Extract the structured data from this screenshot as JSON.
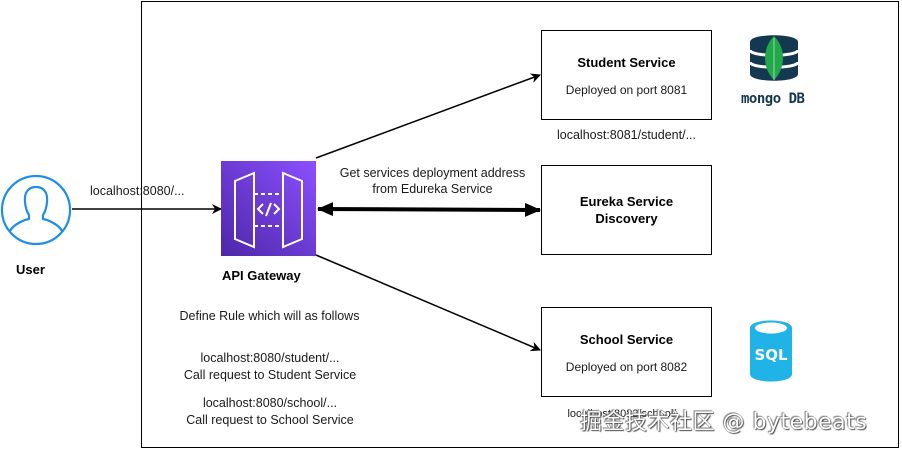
{
  "user": {
    "label": "User",
    "request_label": "localhost:8080/..."
  },
  "gateway": {
    "label": "API Gateway",
    "color": "#8c4fff"
  },
  "rules": {
    "intro": "Define Rule which will as follows",
    "student_path": "localhost:8080/student/...",
    "student_desc": "Call request to Student Service",
    "school_path": "localhost:8080/school/...",
    "school_desc": "Call request to School Service"
  },
  "eureka_link": {
    "label_line1": "Get services deployment address",
    "label_line2": "from Edureka Service"
  },
  "services": {
    "student": {
      "title": "Student Service",
      "subtitle": "Deployed on port 8081",
      "url": "localhost:8081/student/...",
      "db_label": "mongo DB"
    },
    "eureka": {
      "title_line1": "Eureka Service",
      "title_line2": "Discovery"
    },
    "school": {
      "title": "School Service",
      "subtitle": "Deployed on port 8082",
      "url": "localhost:8082/school/...",
      "db_label": "SQL"
    }
  },
  "colors": {
    "user_icon": "#1f8ee6",
    "mongo_dark": "#13384f",
    "mongo_leaf": "#21a84a",
    "sql_blue": "#1fb3e8"
  },
  "watermark": "掘金技术社区 @ bytebeats"
}
